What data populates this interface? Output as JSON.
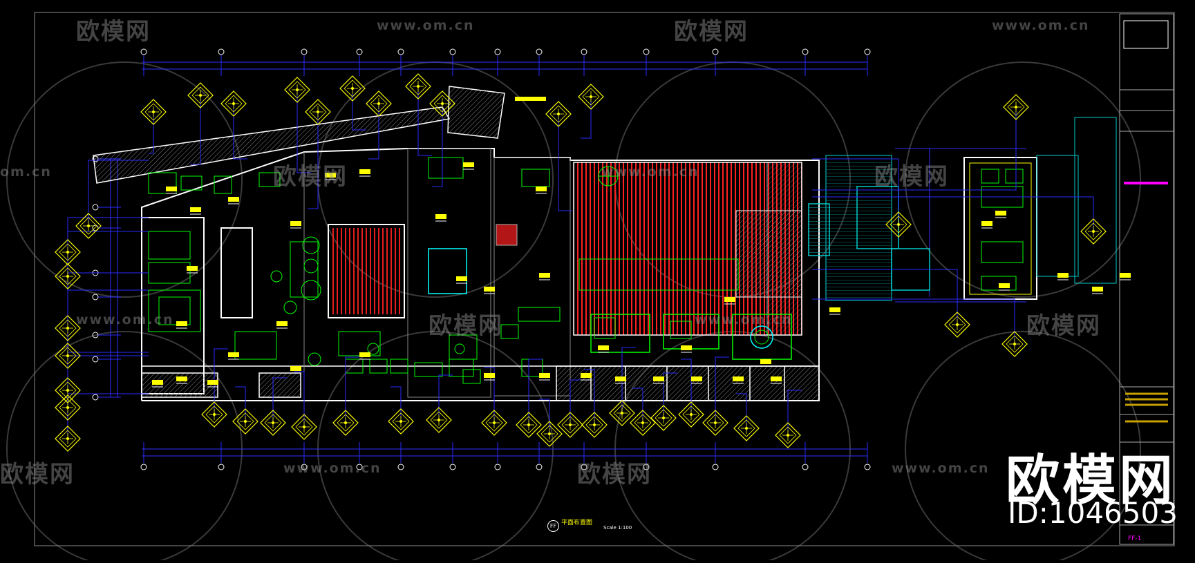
{
  "watermarks": {
    "logo_text": "欧模网",
    "url_text": "www.om.cn",
    "partial_url": "om.cn",
    "partial_logo": "欧模网"
  },
  "brand": {
    "big_text": "欧模网",
    "id_text": "ID:1046503"
  },
  "drawing": {
    "sheet_badge": "FF",
    "sheet_caption": "平面布置图",
    "scale_text": "Scale 1:100",
    "sheet_no": "FF-1",
    "colors": {
      "background": "#000000",
      "wall": "#ffffff",
      "furniture": "#00ff00",
      "dimension": "#0000ff",
      "tag": "#ffff00",
      "glass": "#00ffff",
      "carpet": "#ff2020",
      "accent": "#ff00ff"
    }
  }
}
